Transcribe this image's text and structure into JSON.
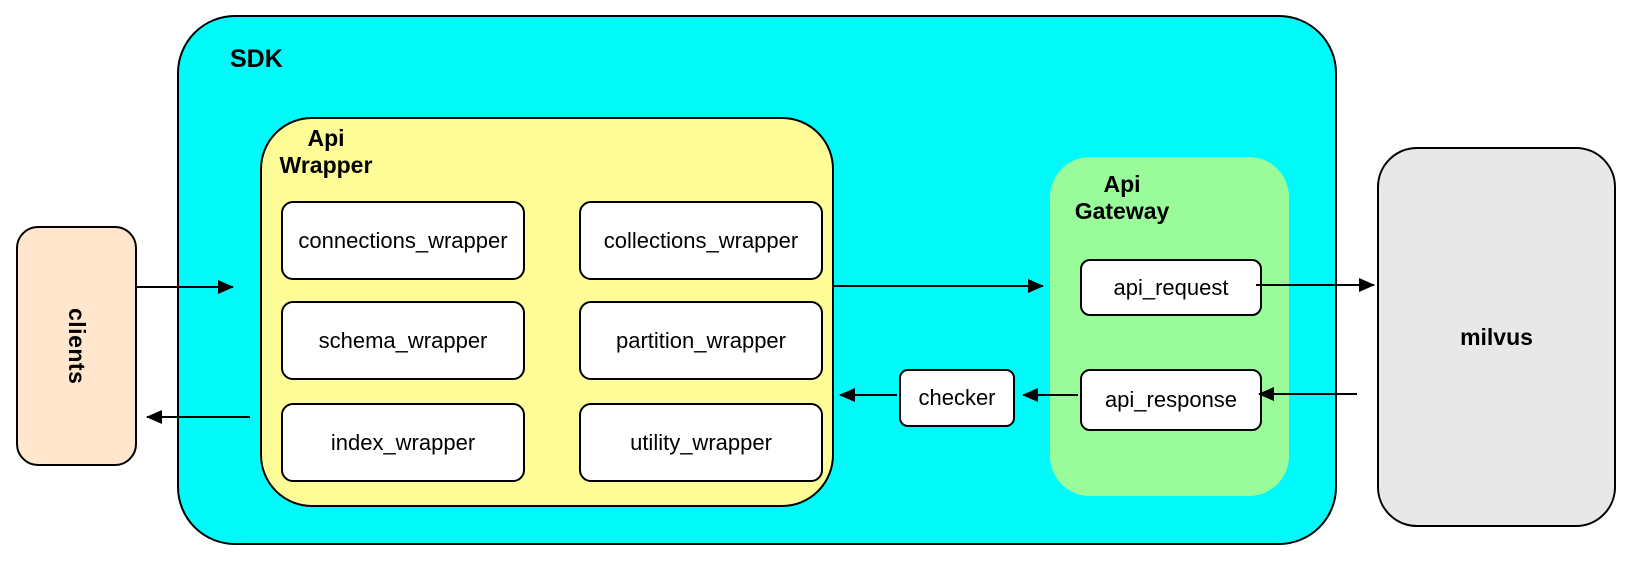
{
  "colors": {
    "sdk_fill": "#00f9f9",
    "api_wrapper_fill": "#fdfc96",
    "api_gateway_fill": "#9afb9a",
    "clients_fill": "#ffe6cc",
    "milvus_fill": "#e8e8e8",
    "box_fill": "#ffffff",
    "stroke": "#000000"
  },
  "nodes": {
    "clients": {
      "label": "clients"
    },
    "sdk": {
      "label": "SDK"
    },
    "api_wrapper": {
      "title_lines": [
        "Api",
        "Wrapper"
      ],
      "boxes": [
        {
          "label": "connections_wrapper"
        },
        {
          "label": "collections_wrapper"
        },
        {
          "label": "schema_wrapper"
        },
        {
          "label": "partition_wrapper"
        },
        {
          "label": "index_wrapper"
        },
        {
          "label": "utility_wrapper"
        }
      ]
    },
    "checker": {
      "label": "checker"
    },
    "api_gateway": {
      "title_lines": [
        "Api",
        "Gateway"
      ],
      "boxes": [
        {
          "label": "api_request"
        },
        {
          "label": "api_response"
        }
      ]
    },
    "milvus": {
      "label": "milvus"
    }
  },
  "arrows": [
    {
      "from": "clients",
      "to": "sdk"
    },
    {
      "from": "api_wrapper",
      "to": "api_gateway"
    },
    {
      "from": "api_request",
      "to": "milvus"
    },
    {
      "from": "milvus",
      "to": "api_response"
    },
    {
      "from": "api_response",
      "to": "checker"
    },
    {
      "from": "checker",
      "to": "api_wrapper"
    },
    {
      "from": "sdk",
      "to": "clients"
    }
  ]
}
